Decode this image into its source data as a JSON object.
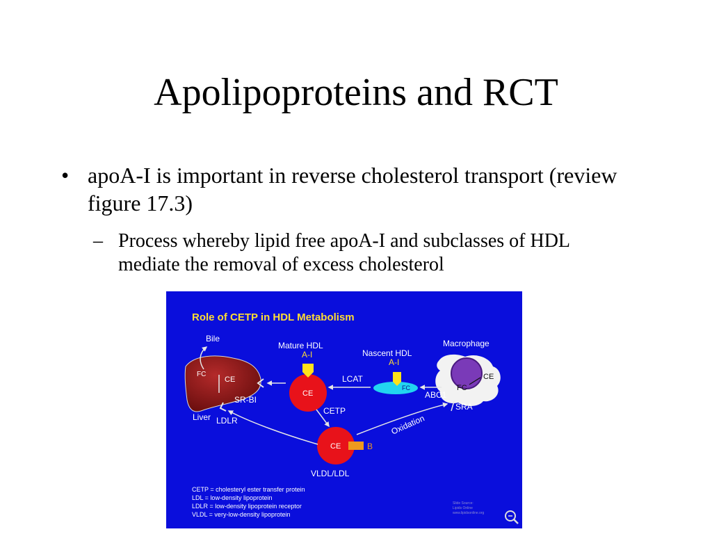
{
  "slide": {
    "title": "Apolipoproteins and RCT",
    "bullet_marker": "•",
    "sub_marker": "–",
    "bullet_text": "apoA-I is important in reverse cholesterol transport (review figure 17.3)",
    "sub_text": "Process whereby lipid free apoA-I and subclasses of HDL mediate the removal of excess cholesterol"
  },
  "figure": {
    "title": "Role of CETP in HDL Metabolism",
    "labels": {
      "bile": "Bile",
      "liver": "Liver",
      "fc_liver": "FC",
      "ce_liver": "CE",
      "srbi": "SR-BI",
      "ldlr": "LDLR",
      "mature_hdl": "Mature HDL",
      "ai_mature": "A-I",
      "ce_mature": "CE",
      "lcat": "LCAT",
      "nascent_hdl": "Nascent HDL",
      "ai_nascent": "A-I",
      "fc_nascent": "FC",
      "macrophage": "Macrophage",
      "fc_macro": "FC",
      "ce_macro": "CE",
      "abc1": "ABC1",
      "sra": "SRA",
      "cetp": "CETP",
      "oxidation": "Oxidation",
      "ce_vldl": "CE",
      "b": "B",
      "vldl_ldl": "VLDL/LDL"
    },
    "legend": [
      "CETP = cholesteryl ester transfer protein",
      "LDL = low-density lipoprotein",
      "LDLR = low-density lipoprotein receptor",
      "VLDL = very-low-density lipoprotein"
    ],
    "source": [
      "Slide Source:",
      "Lipids Online",
      "www.lipidsonline.org"
    ],
    "colors": {
      "background": "#0a0edc",
      "hdl_red": "#e8121a",
      "apo_yellow": "#ffe21a",
      "nascent_cyan": "#22d4f0",
      "liver": "#8b1414",
      "title_yellow": "#ffdd33",
      "apo_b_orange": "#ee9a1e"
    },
    "icons": [
      "zoom-icon"
    ]
  }
}
